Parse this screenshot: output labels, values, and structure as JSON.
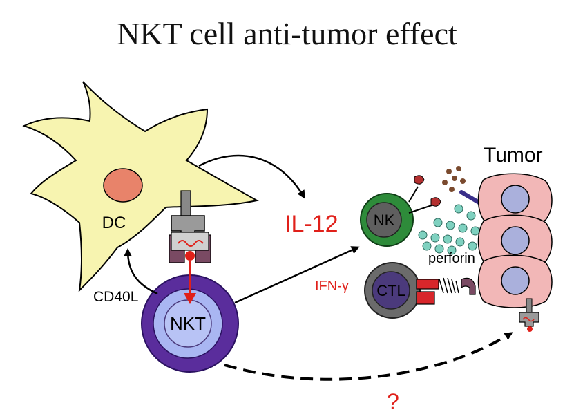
{
  "title": "NKT cell anti-tumor effect",
  "labels": {
    "dc": "DC",
    "nkt": "NKT",
    "nk": "NK",
    "ctl": "CTL",
    "tumor": "Tumor",
    "il12": "IL-12",
    "ifn": "IFN-γ",
    "perforin": "perforin",
    "cd40l": "CD40L",
    "question": "?"
  },
  "colors": {
    "dc_fill": "#f7f4b0",
    "dc_nucleus": "#e8836a",
    "nkt_outer": "#5a2d9c",
    "nkt_inner": "#a9b6f2",
    "nk_outer": "#2e8b3a",
    "ctl_outer": "#6b6b6b",
    "cell_core": "#4b3a7c",
    "tumor_fill": "#f2b7b7",
    "tumor_nucleus": "#aab0dc",
    "red_accent": "#e0201a",
    "perforin_bead": "#7fd1c0"
  }
}
